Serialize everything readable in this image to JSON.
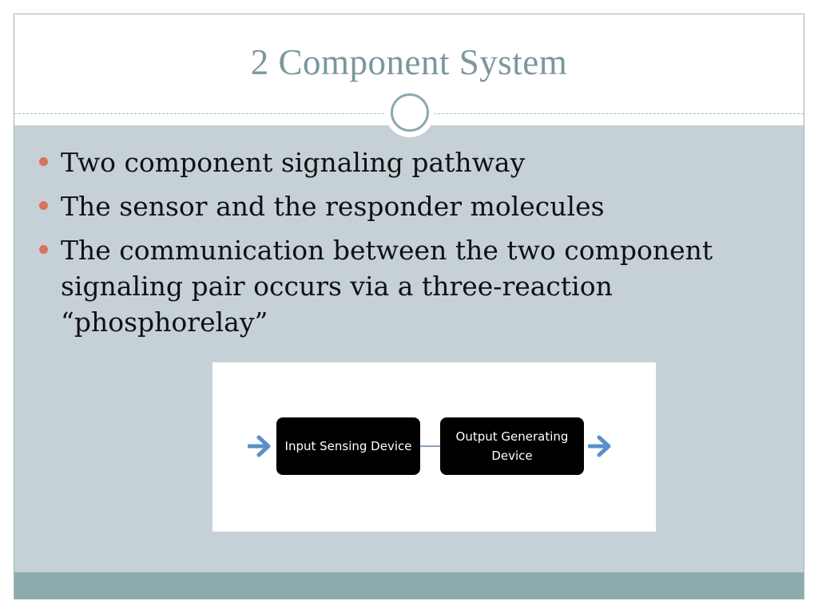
{
  "slide": {
    "title": "2 Component System",
    "bullets": [
      {
        "text": "Two component signaling pathway"
      },
      {
        "text": "The sensor and the responder molecules"
      },
      {
        "text": "The communication between the two component signaling pair occurs via a three-reaction “phosphorelay”"
      }
    ],
    "diagram": {
      "input_label": "Input Sensing Device",
      "output_label": "Output Generating Device"
    }
  },
  "colors": {
    "title": "#7a979c",
    "content_background": "#c6d1d7",
    "bullet": "#d9735c",
    "footer": "#8dabad",
    "arrow": "#5b8fc9"
  }
}
